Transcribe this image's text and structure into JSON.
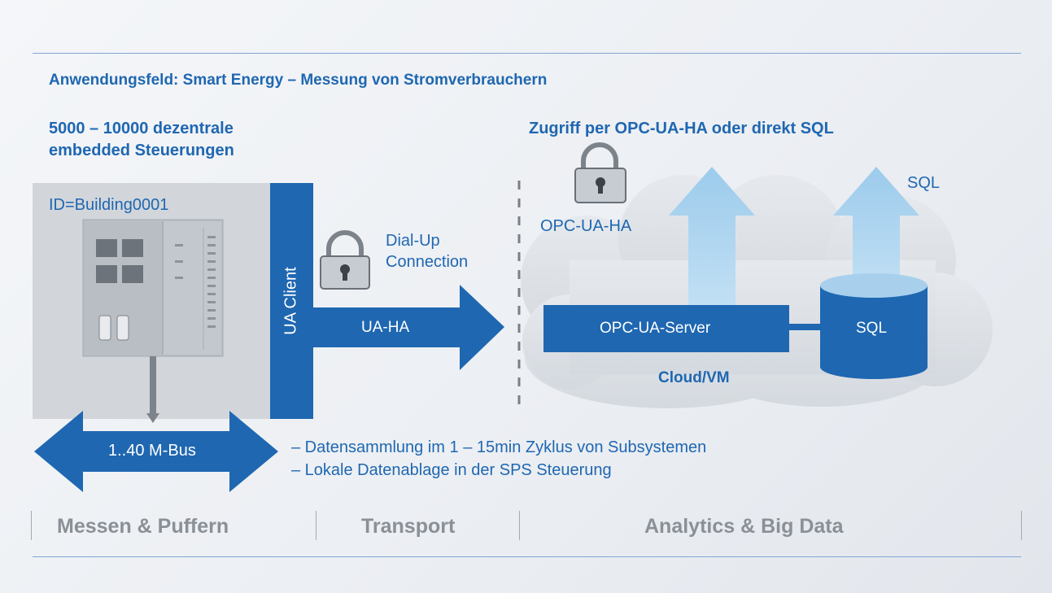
{
  "title": "Anwendungsfeld: Smart Energy – Messung von Stromverbrauchern",
  "left_heading": [
    "5000 – 10000 dezentrale",
    "embedded Steuerungen"
  ],
  "right_heading": "Zugriff per OPC-UA-HA oder direkt SQL",
  "device": {
    "id_label": "ID=Building0001",
    "client_label": "UA Client"
  },
  "transport": {
    "dialup_label": [
      "Dial-Up",
      "Connection"
    ],
    "arrow_label": "UA-HA"
  },
  "cloud": {
    "opc_ua_ha_label": "OPC-UA-HA",
    "sql_top_label": "SQL",
    "server_label": "OPC-UA-Server",
    "db_label": "SQL",
    "cloud_label": "Cloud/VM"
  },
  "mbus_label": "1..40 M-Bus",
  "notes": [
    "– Datensammlung im 1 – 15min Zyklus von Subsystemen",
    "– Lokale Datenablage in der SPS Steuerung"
  ],
  "sections": [
    "Messen & Puffern",
    "Transport",
    "Analytics & Big Data"
  ],
  "colors": {
    "primary_blue": "#1f67b1",
    "light_blue_arrow": "#a8d0ec",
    "cloud_gray": "#dfe3e8",
    "device_gray": "#b9bec4"
  }
}
